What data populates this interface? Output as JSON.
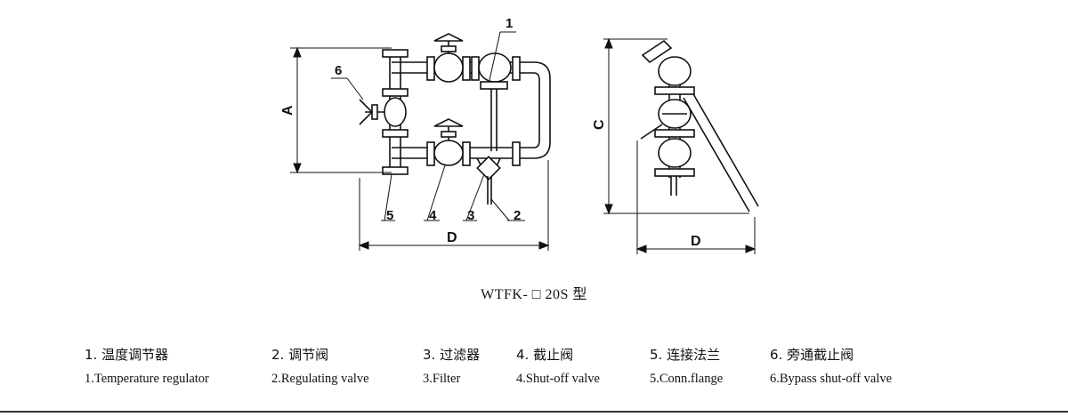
{
  "drawing": {
    "callouts": [
      "1",
      "2",
      "3",
      "4",
      "5",
      "6"
    ],
    "dimensions": {
      "height_a": "A",
      "height_c": "C",
      "width_front": "D",
      "width_side": "D"
    }
  },
  "caption": "WTFK- □ 20S 型",
  "legend": {
    "zh": [
      "1. 温度调节器",
      "2. 调节阀",
      "3. 过滤器",
      "4. 截止阀",
      "5. 连接法兰",
      "6. 旁通截止阀"
    ],
    "en": [
      "1.Temperature regulator",
      "2.Regulating valve",
      "3.Filter",
      "4.Shut-off valve",
      "5.Conn.flange",
      "6.Bypass shut-off valve"
    ]
  }
}
